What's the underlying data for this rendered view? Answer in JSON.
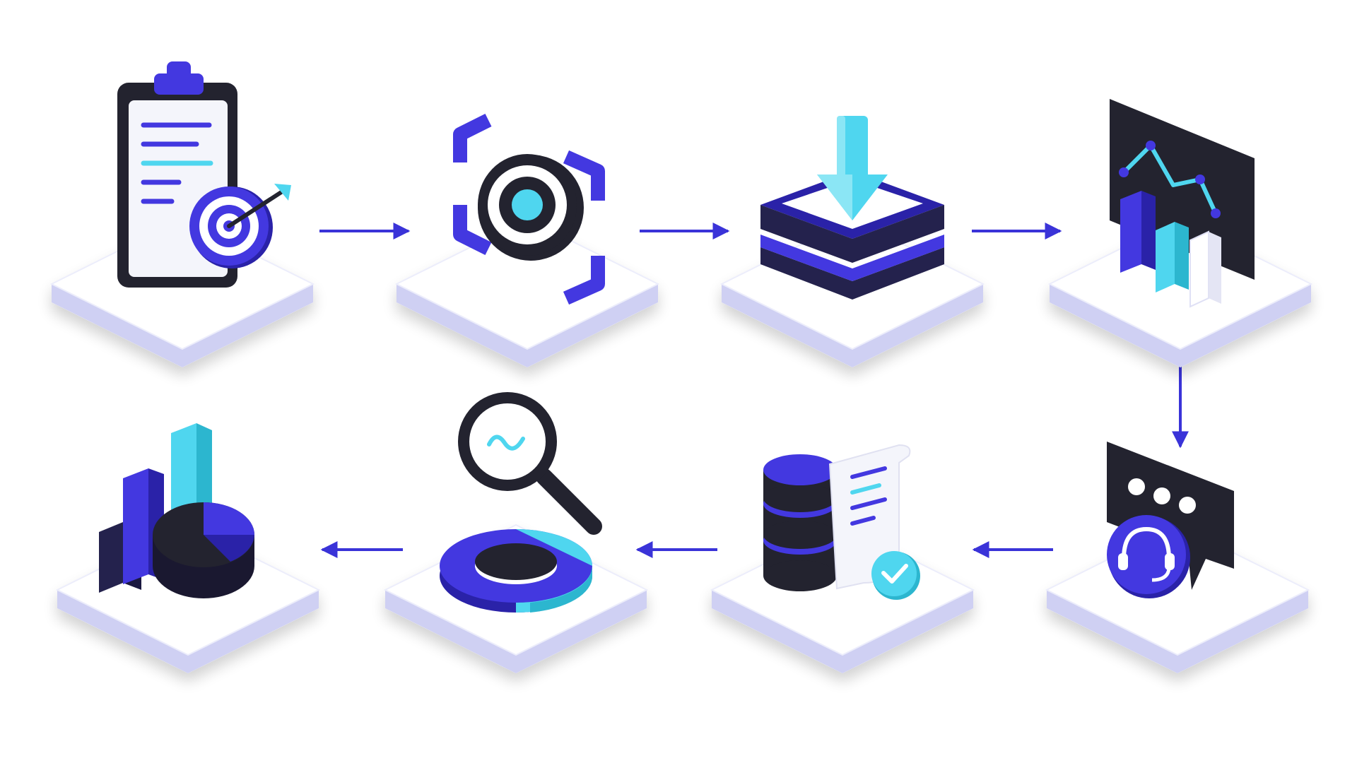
{
  "diagram": {
    "kind": "process-flow",
    "layout": "snake",
    "rows": 2,
    "columns": 4,
    "colors": {
      "background": "#ffffff",
      "indigo": "#4338e0",
      "indigo_dark": "#2a22a8",
      "navy": "#24224d",
      "black": "#23232f",
      "cyan": "#4fd6ef",
      "paper": "#f4f5fb",
      "platform_top": "#ffffff",
      "platform_side": "#cfd0f3",
      "arrow": "#3a33d8"
    },
    "steps": [
      {
        "id": 1,
        "icon": "clipboard-target-icon"
      },
      {
        "id": 2,
        "icon": "focus-target-icon"
      },
      {
        "id": 3,
        "icon": "inbox-download-icon"
      },
      {
        "id": 4,
        "icon": "analytics-board-icon"
      },
      {
        "id": 5,
        "icon": "support-chat-icon"
      },
      {
        "id": 6,
        "icon": "database-report-icon"
      },
      {
        "id": 7,
        "icon": "magnifier-donut-icon"
      },
      {
        "id": 8,
        "icon": "charts-summary-icon"
      }
    ],
    "connectors": [
      {
        "from": 1,
        "to": 2,
        "direction": "right"
      },
      {
        "from": 2,
        "to": 3,
        "direction": "right"
      },
      {
        "from": 3,
        "to": 4,
        "direction": "right"
      },
      {
        "from": 4,
        "to": 5,
        "direction": "down"
      },
      {
        "from": 5,
        "to": 6,
        "direction": "left"
      },
      {
        "from": 6,
        "to": 7,
        "direction": "left"
      },
      {
        "from": 7,
        "to": 8,
        "direction": "left"
      }
    ]
  }
}
